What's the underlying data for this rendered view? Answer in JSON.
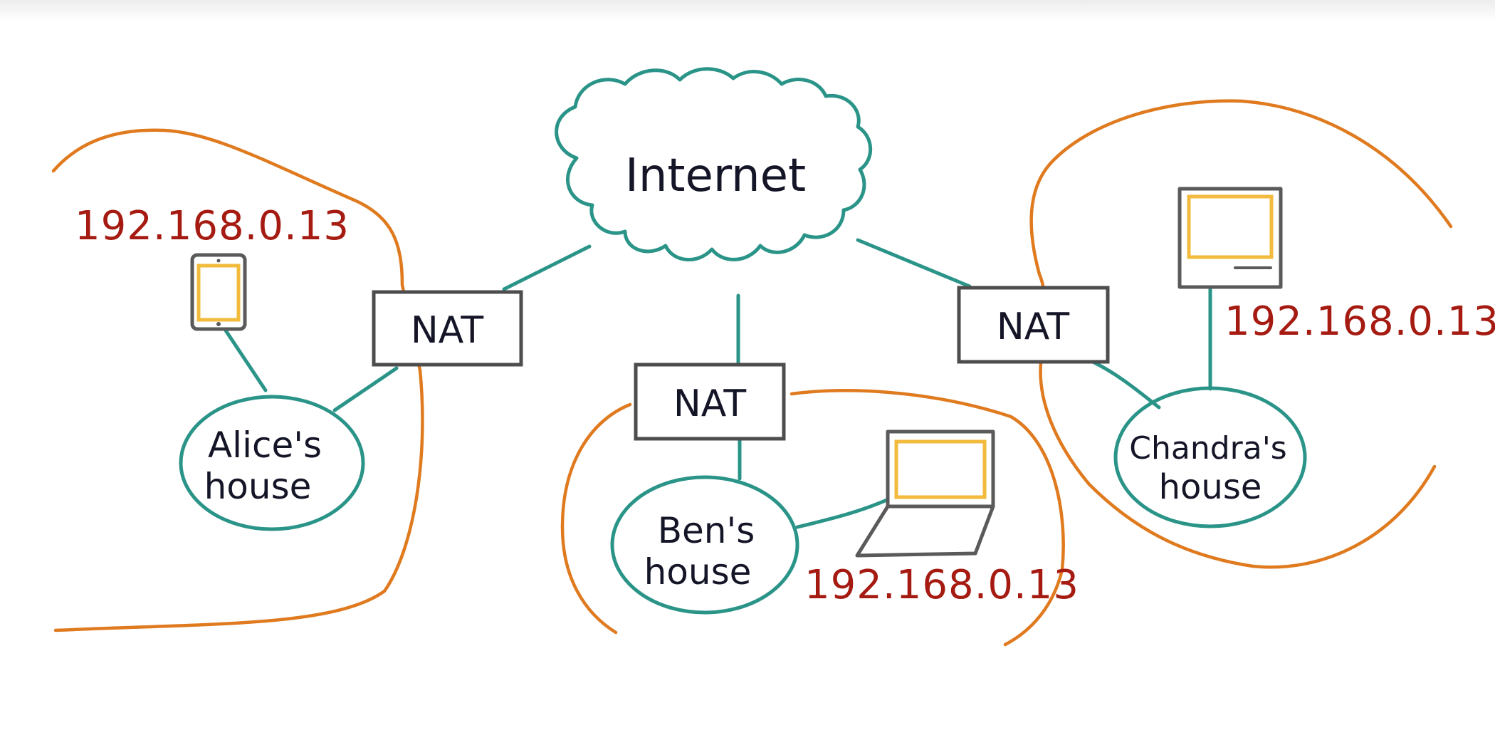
{
  "diagram": {
    "cloud_label": "Internet",
    "nat_label": "NAT",
    "houses": [
      {
        "line1": "Alice's",
        "line2": "house"
      },
      {
        "line1": "Ben's",
        "line2": "house"
      },
      {
        "line1": "Chandra's",
        "line2": "house"
      }
    ],
    "ip_addresses": [
      "192.168.0.13",
      "192.168.0.13",
      "192.168.0.13"
    ],
    "colors": {
      "link": "#2b9488",
      "boundary": "#e07a1f",
      "ip_text": "#a51b12",
      "screen": "#f2bb3e",
      "device_outline": "#5a5a5a"
    }
  }
}
